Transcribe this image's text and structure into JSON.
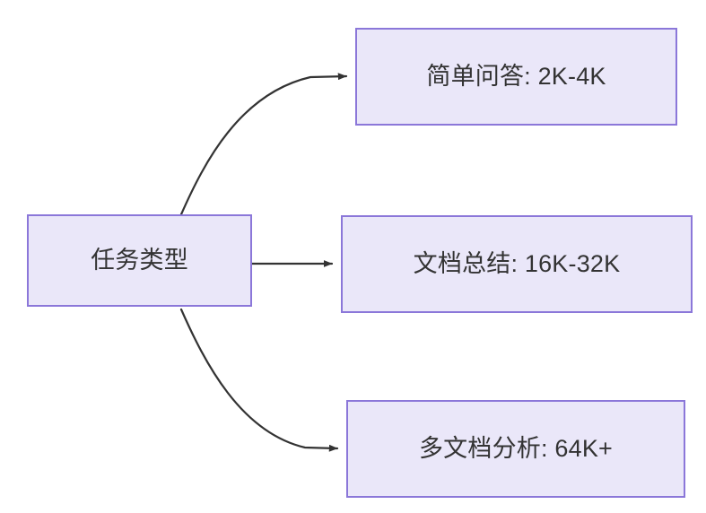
{
  "diagram": {
    "type": "flowchart",
    "direction": "left-to-right",
    "background_color": "#ffffff",
    "node_fill_color": "#eae7f9",
    "node_border_color": "#8b77d9",
    "node_text_color": "#333333",
    "edge_color": "#333333",
    "nodes": [
      {
        "id": "source",
        "label": "任务类型"
      },
      {
        "id": "simple-qa",
        "label": "简单问答: 2K-4K"
      },
      {
        "id": "doc-summary",
        "label": "文档总结: 16K-32K"
      },
      {
        "id": "multi-doc",
        "label": "多文档分析: 64K+"
      }
    ],
    "edges": [
      {
        "from": "source",
        "to": "simple-qa",
        "style": "curved",
        "label": ""
      },
      {
        "from": "source",
        "to": "doc-summary",
        "style": "straight",
        "label": ""
      },
      {
        "from": "source",
        "to": "multi-doc",
        "style": "curved",
        "label": ""
      }
    ]
  }
}
